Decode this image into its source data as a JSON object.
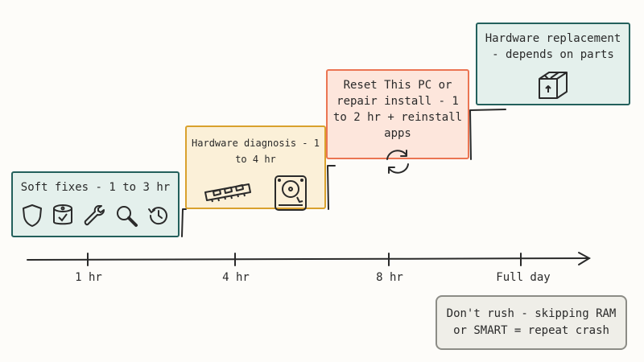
{
  "steps": [
    {
      "label": "Soft fixes - 1 to 3 hr",
      "icons": [
        "shield-icon",
        "disk-check-icon",
        "wrench-icon",
        "magnifier-icon",
        "history-icon"
      ]
    },
    {
      "label": "Hardware diagnosis - 1 to 4 hr",
      "icons": [
        "ram-module-icon",
        "hard-drive-icon"
      ]
    },
    {
      "label": "Reset This PC or repair install - 1 to 2 hr + reinstall apps",
      "icons": [
        "refresh-arrows-icon"
      ]
    },
    {
      "label": "Hardware replacement - depends on parts",
      "icons": [
        "package-box-icon"
      ]
    }
  ],
  "axis": {
    "ticks": [
      "1 hr",
      "4 hr",
      "8 hr",
      "Full day"
    ]
  },
  "note": {
    "text": "Don't rush - skipping RAM or SMART = repeat crash"
  },
  "colors": {
    "teal": "#23605c",
    "amber": "#d9a12d",
    "coral": "#eb7553",
    "gray": "#8c8c86"
  }
}
